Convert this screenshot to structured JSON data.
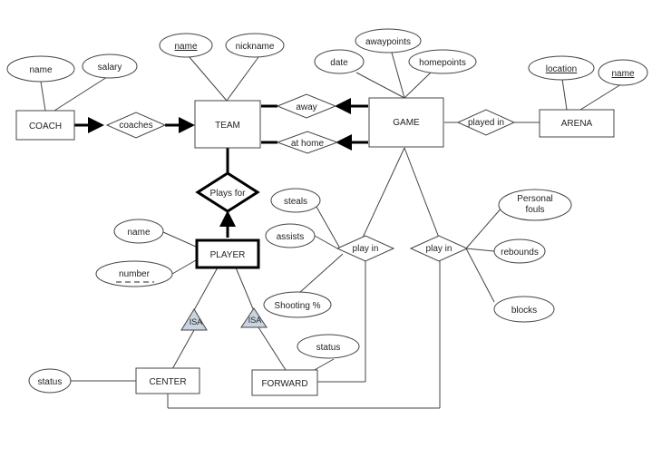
{
  "entities": {
    "coach": "COACH",
    "team": "TEAM",
    "game": "GAME",
    "arena": "ARENA",
    "player": "PLAYER",
    "center": "CENTER",
    "forward": "FORWARD"
  },
  "relationships": {
    "coaches": "coaches",
    "away": "away",
    "at_home": "at home",
    "played_in": "played in",
    "plays_for": "Plays for",
    "play_in_forward": "play in",
    "play_in_center": "play in",
    "isa_center": "ISA",
    "isa_forward": "ISA"
  },
  "attributes": {
    "coach_name": "name",
    "coach_salary": "salary",
    "team_name": "name",
    "team_nickname": "nickname",
    "game_date": "date",
    "game_awaypoints": "awaypoints",
    "game_homepoints": "homepoints",
    "arena_location": "location",
    "arena_name": "name",
    "player_name": "name",
    "player_number": "number",
    "steals": "steals",
    "assists": "assists",
    "shooting": "Shooting %",
    "personal_fouls_line1": "Personal",
    "personal_fouls_line2": "fouls",
    "rebounds": "rebounds",
    "blocks": "blocks",
    "forward_status": "status",
    "center_status": "status"
  }
}
